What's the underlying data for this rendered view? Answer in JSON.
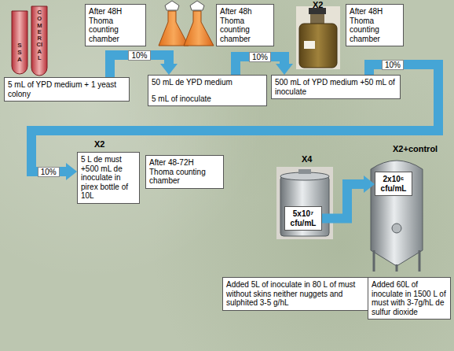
{
  "diagram": {
    "nodes": [
      {
        "text": [
          "After 48H Thoma counting chamber"
        ]
      },
      {
        "text": [
          "5 mL of YPD medium + 1 yeast colony"
        ]
      },
      {
        "text": [
          "After 48h Thoma counting chamber"
        ]
      },
      {
        "text": [
          "50 mL de YPD medium",
          "5 mL of inoculate"
        ]
      },
      {
        "text": [
          "After 48H Thoma counting chamber"
        ]
      },
      {
        "text": [
          "500 mL of YPD medium +50 mL of inoculate"
        ]
      },
      {
        "text": [
          "5 L de must +500 mL de inoculate in pirex bottle of 10L"
        ]
      },
      {
        "text": [
          "After 48-72H Thoma counting chamber"
        ]
      },
      {
        "text": [
          "5x10⁷ cfu/mL"
        ]
      },
      {
        "text": [
          "2x10⁶ cfu/mL"
        ]
      },
      {
        "text": [
          "Added 5L of inoculate in 80 L of must without skins neither nuggets and sulphited 3-5 g/hL"
        ]
      },
      {
        "text": [
          "Added 60L of inoculate in 1500 L of must with 3-7g/hL de sulfur dioxide"
        ]
      }
    ],
    "edges": [
      {
        "from": 1,
        "to": 3,
        "arrow": "to",
        "label": "10%"
      },
      {
        "from": 3,
        "to": 5,
        "arrow": "to",
        "label": "10%"
      },
      {
        "from": 5,
        "to": 6,
        "arrow": "to",
        "label": "10%"
      },
      {
        "from": 8,
        "to": 9,
        "arrow": "to"
      }
    ],
    "labels": [
      "SSA",
      "COMERCIAL",
      "X2",
      "10%",
      "X2",
      "X4",
      "X2+control"
    ]
  }
}
